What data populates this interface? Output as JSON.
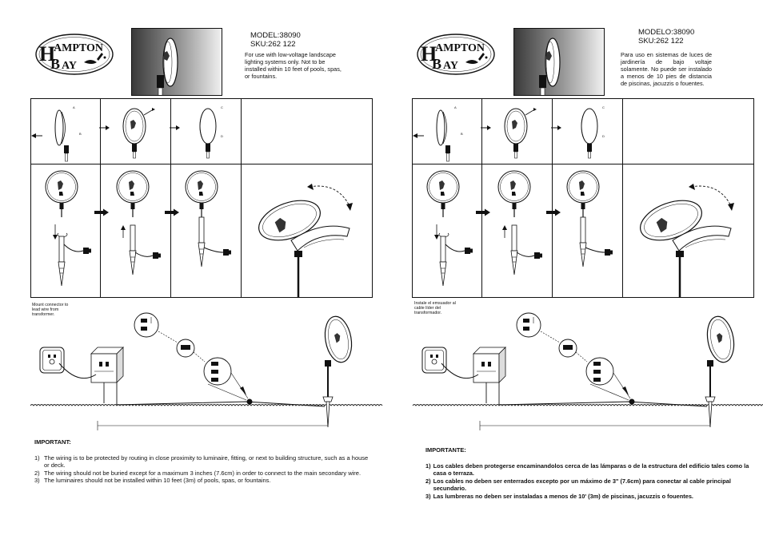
{
  "brand": {
    "logo_text_top": "AMPTON",
    "logo_text_h": "H",
    "logo_text_bottom": "AY",
    "logo_text_b": "B"
  },
  "en": {
    "model": "MODEL:38090",
    "sku": "SKU:262 122",
    "description": "For use with low-voltage landscape lighting systems only. Not to be installed within 10 feet of pools, spas, or fountains.",
    "caption": "Mount connector to lead wire from transformer.",
    "notes_heading": "IMPORTANT:",
    "notes": [
      {
        "num": "1)",
        "text": "The wiring is to be protected by routing in close proximity to luminaire, fitting, or next to building structure, such as a house or deck."
      },
      {
        "num": "2)",
        "text": "The wiring should not be buried except for a maximum 3 inches (7.6cm) in order to connect to the main secondary wire."
      },
      {
        "num": "3)",
        "text": "The luminaires should not be installed within 10 feet (3m) of pools, spas, or fountains."
      }
    ]
  },
  "es": {
    "model": "MODELO:38090",
    "sku": "SKU:262 122",
    "description": "Para uso en sistemas de luces de jardinería de bajo voltaje solamente. No puede ser instalado a menos de 10 pies de distancia de piscinas, jacuzzis o fouentes.",
    "caption": "Instale el emsuador al cable líder del transformador.",
    "notes_heading": "IMPORTANTE:",
    "notes": [
      {
        "num": "1)",
        "text": "Los cables deben protegerse encaminandolos cerca de las lámparas o de la estructura del edificio tales como la casa o terraza."
      },
      {
        "num": "2)",
        "text": "Los cables no deben ser enterrados excepto por un máximo de 3\" (7.6cm) para conectar al cable principal secundario."
      },
      {
        "num": "3)",
        "text": "Las lumbreras no deben ser instaladas a menos de 10' (3m) de piscinas, jacuzzis o fouentes."
      }
    ]
  }
}
